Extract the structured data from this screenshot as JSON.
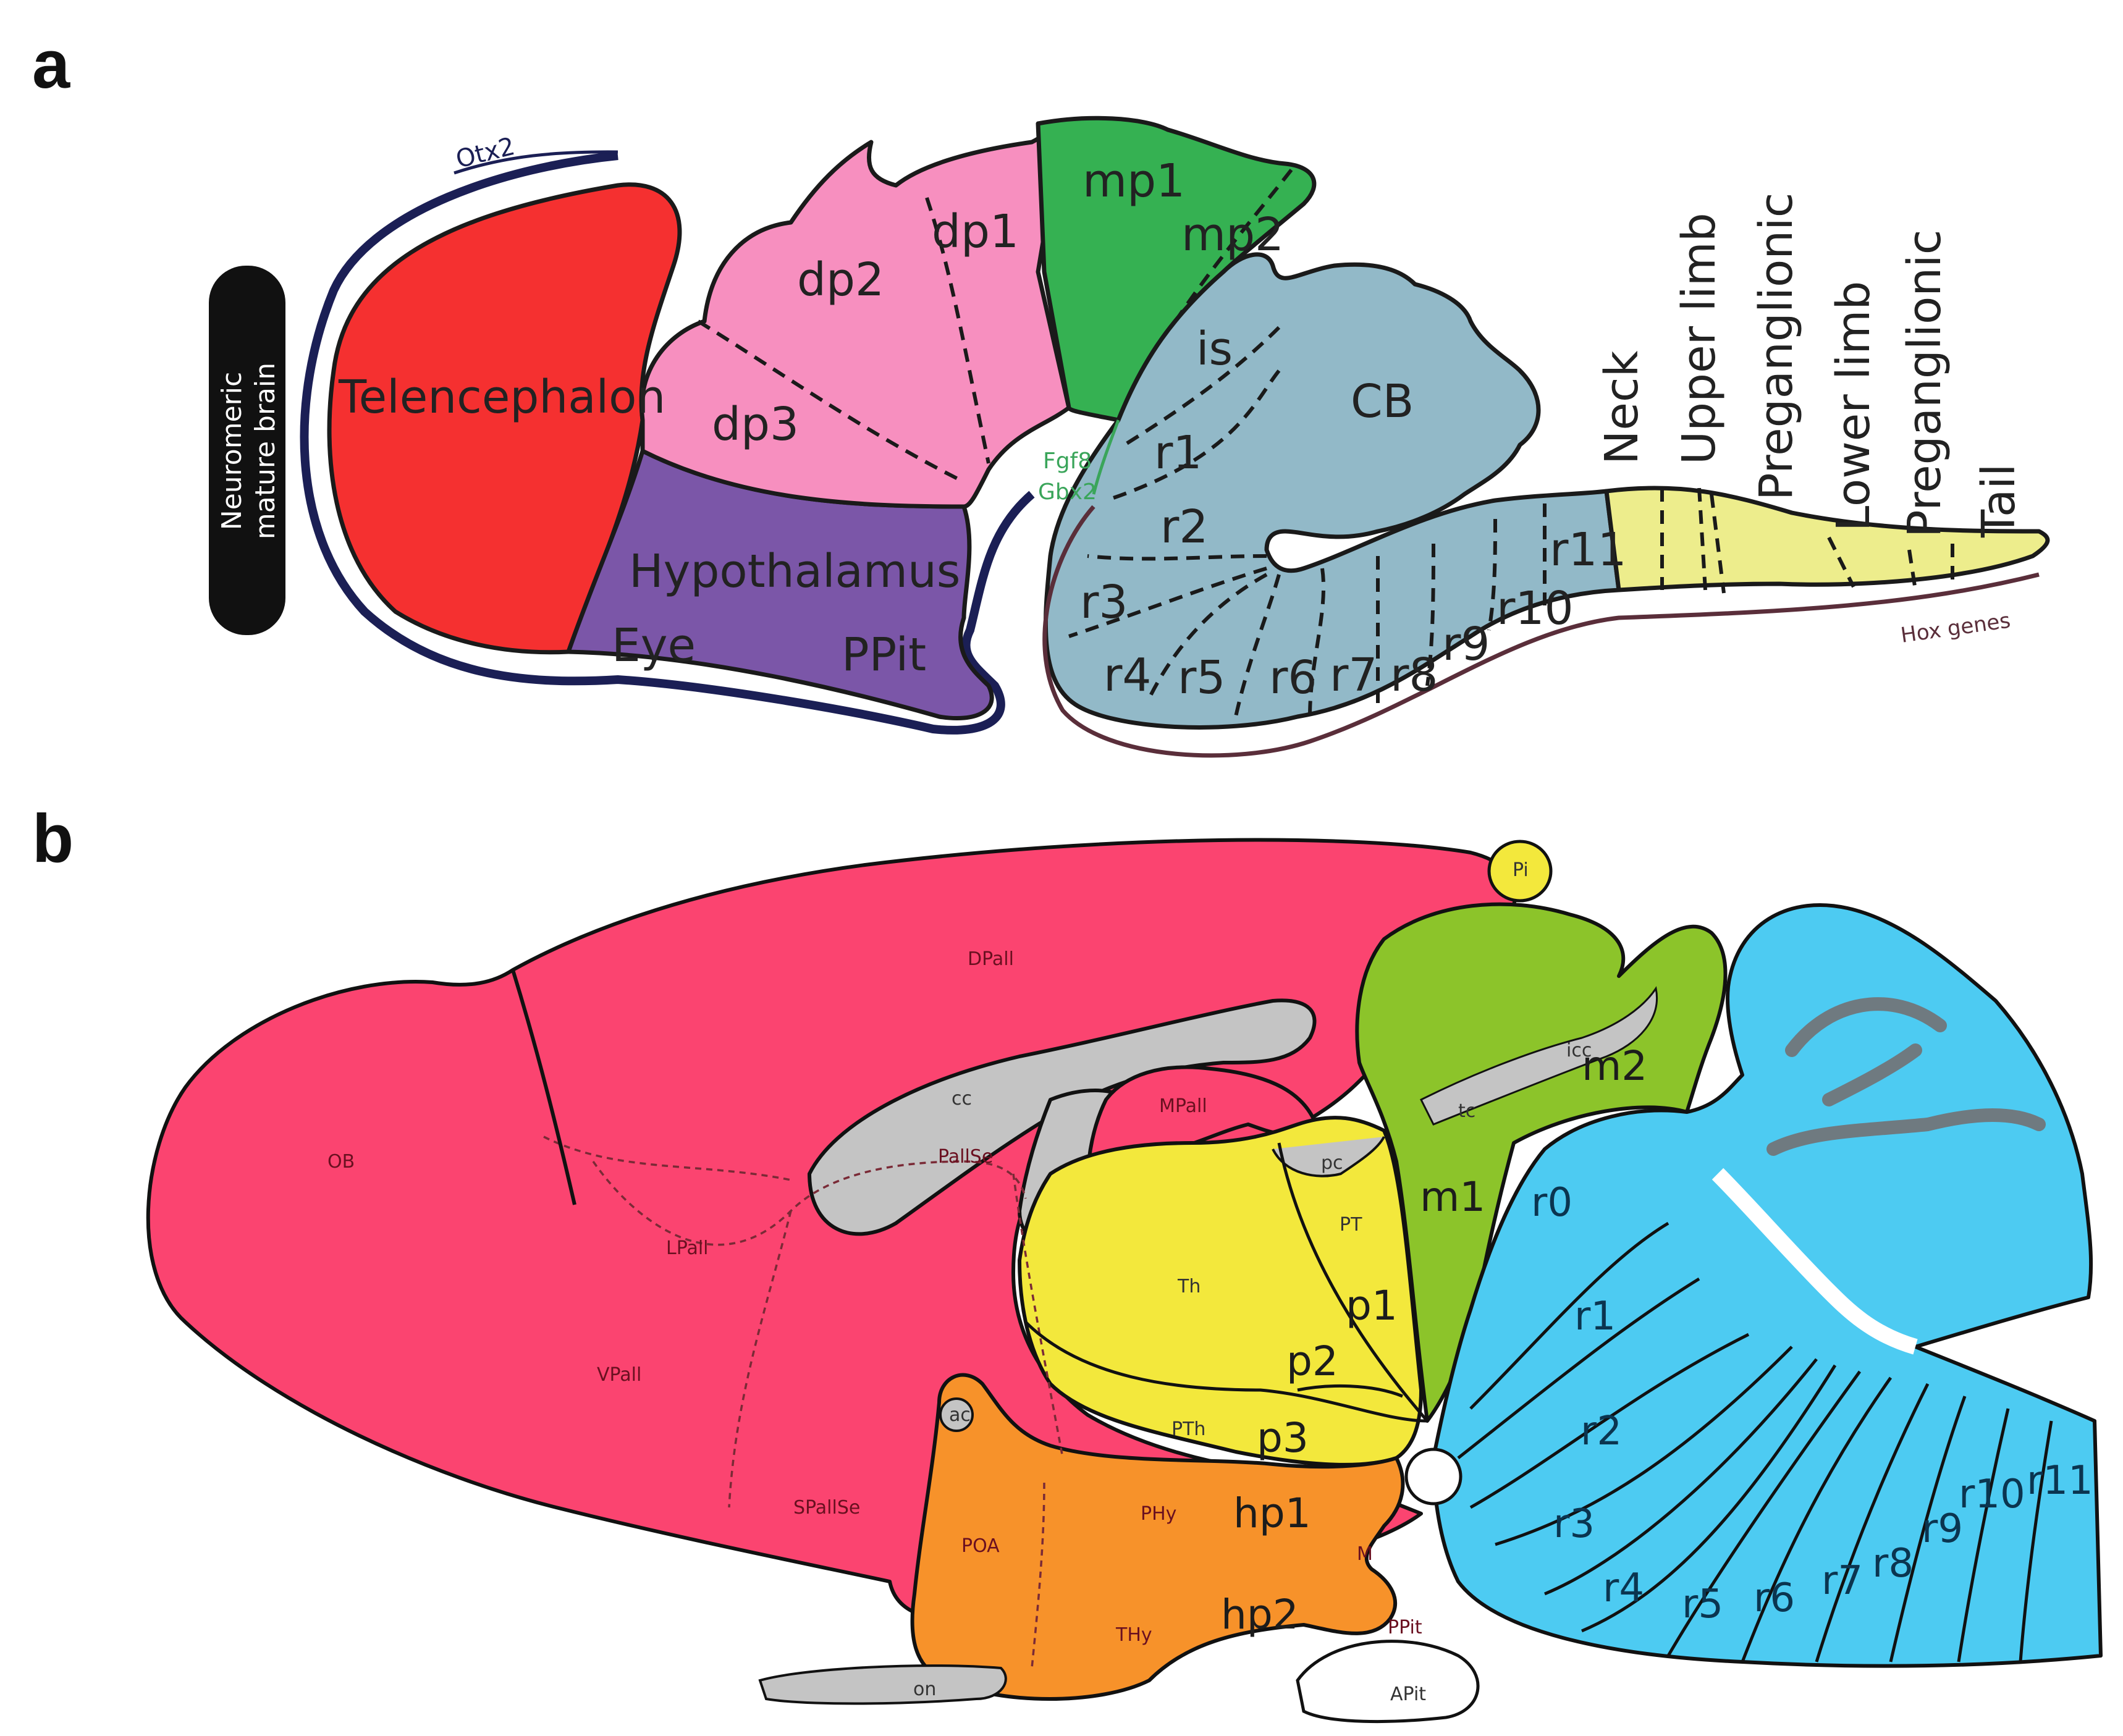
{
  "panels": {
    "a": {
      "letter": "a",
      "sidebar_line1": "Neuromeric",
      "sidebar_line2": "mature brain",
      "gene_otx2": "Otx2",
      "gene_fgf8": "Fgf8",
      "gene_gbx2": "Gbx2",
      "gene_hox": "Hox genes",
      "regions": {
        "telencephalon": "Telencephalon",
        "hypothalamus": "Hypothalamus",
        "eye": "Eye",
        "ppit": "PPit",
        "dp1": "dp1",
        "dp2": "dp2",
        "dp3": "dp3",
        "mp1": "mp1",
        "mp2": "mp2",
        "is": "is",
        "cb": "CB",
        "r1": "r1",
        "r2": "r2",
        "r3": "r3",
        "r4": "r4",
        "r5": "r5",
        "r6": "r6",
        "r7": "r7",
        "r8": "r8",
        "r9": "r9",
        "r10": "r10",
        "r11": "r11"
      },
      "spinal": [
        "Neck",
        "Upper limb",
        "Preganglionic",
        "Lower limb",
        "Preganglionic",
        "Tail"
      ],
      "colors": {
        "telencephalon": "#f53030",
        "hypothalamus": "#7b56a8",
        "diencephalon": "#f78fbf",
        "midbrain": "#35b152",
        "hindbrain": "#92b9c8",
        "spinal": "#eded8c"
      }
    },
    "b": {
      "letter": "b",
      "regions": {
        "ob": "OB",
        "dpall": "DPall",
        "mpall": "MPall",
        "lpall": "LPall",
        "vpall": "VPall",
        "spallse": "SPallSe",
        "pallse": "PallSe",
        "cc": "cc",
        "pi": "Pi",
        "icc": "icc",
        "tc": "tc",
        "pc": "pc",
        "pt": "PT",
        "th": "Th",
        "pth": "PTh",
        "phy": "PHy",
        "poa": "POA",
        "thy": "THy",
        "ac": "ac",
        "m": "M",
        "ppit": "PPit",
        "apit": "APit",
        "on": "on",
        "m1": "m1",
        "m2": "m2",
        "p1": "p1",
        "p2": "p2",
        "p3": "p3",
        "hp1": "hp1",
        "hp2": "hp2",
        "r0": "r0",
        "r1": "r1",
        "r2": "r2",
        "r3": "r3",
        "r4": "r4",
        "r5": "r5",
        "r6": "r6",
        "r7": "r7",
        "r8": "r8",
        "r9": "r9",
        "r10": "r10",
        "r11": "r11"
      },
      "colors": {
        "forebrain": "#fb4470",
        "diencephalon": "#f3e83c",
        "hypothalamus": "#f7922a",
        "midbrain": "#8cc42a",
        "hindbrain": "#4dcbf2",
        "tract": "#c4c4c4"
      }
    }
  }
}
